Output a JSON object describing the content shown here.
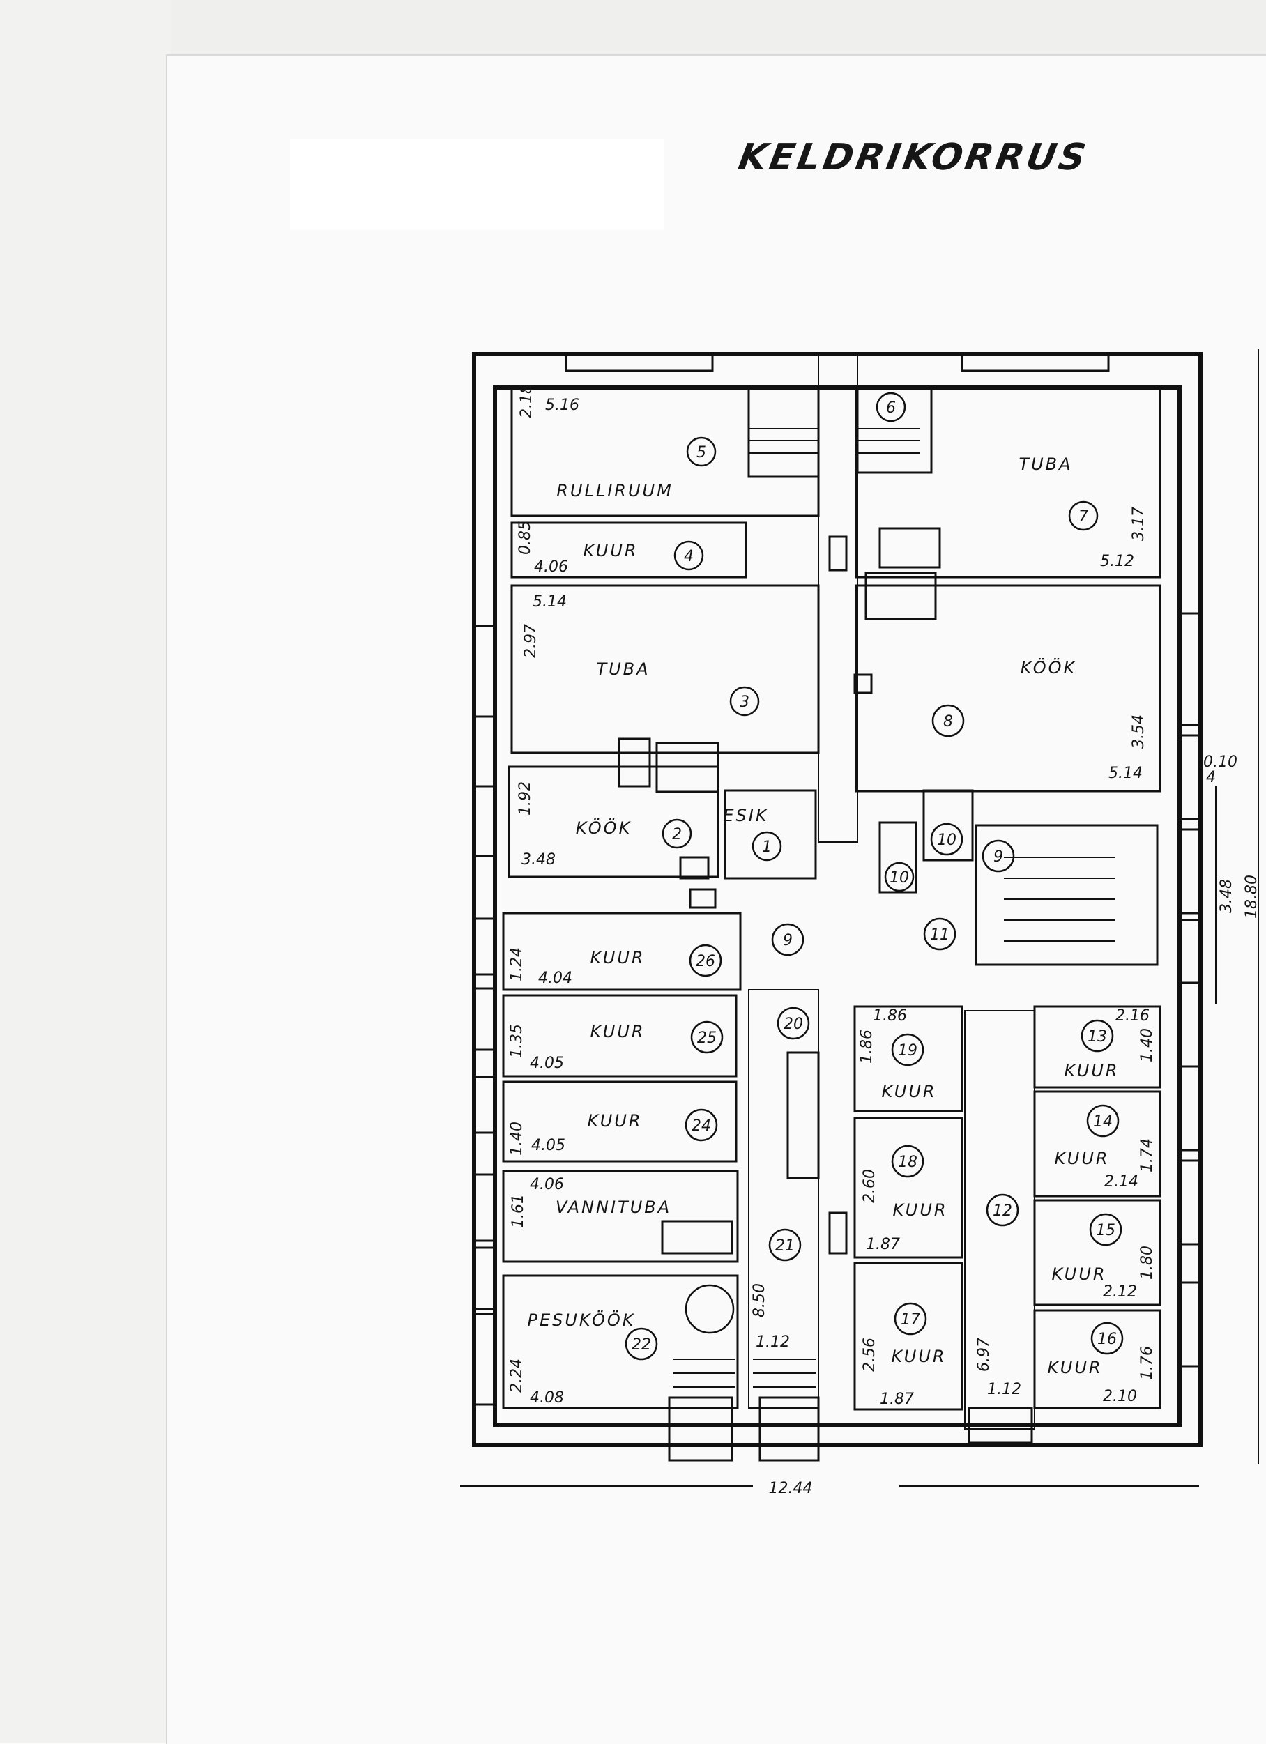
{
  "title": "KELDRIKORRUS",
  "rooms": [
    {
      "id": "r1",
      "number": "1",
      "name": "ESIK"
    },
    {
      "id": "r2",
      "number": "2",
      "name": "KÖÖK"
    },
    {
      "id": "r3",
      "number": "3",
      "name": "TUBA"
    },
    {
      "id": "r4",
      "number": "4",
      "name": "KUUR"
    },
    {
      "id": "r5",
      "number": "5",
      "name": "RULLIRUUM"
    },
    {
      "id": "r6",
      "number": "6",
      "name": ""
    },
    {
      "id": "r7",
      "number": "7",
      "name": "TUBA"
    },
    {
      "id": "r8",
      "number": "8",
      "name": "KÖÖK"
    },
    {
      "id": "r9a",
      "number": "9",
      "name": ""
    },
    {
      "id": "r9b",
      "number": "9",
      "name": ""
    },
    {
      "id": "r10a",
      "number": "10",
      "name": ""
    },
    {
      "id": "r10b",
      "number": "10",
      "name": ""
    },
    {
      "id": "r11",
      "number": "11",
      "name": ""
    },
    {
      "id": "r12",
      "number": "12",
      "name": ""
    },
    {
      "id": "r13",
      "number": "13",
      "name": "KUUR"
    },
    {
      "id": "r14",
      "number": "14",
      "name": "KUUR"
    },
    {
      "id": "r15",
      "number": "15",
      "name": "KUUR"
    },
    {
      "id": "r16",
      "number": "16",
      "name": "KUUR"
    },
    {
      "id": "r17",
      "number": "17",
      "name": "KUUR"
    },
    {
      "id": "r18",
      "number": "18",
      "name": "KUUR"
    },
    {
      "id": "r19",
      "number": "19",
      "name": "KUUR"
    },
    {
      "id": "r20",
      "number": "20",
      "name": ""
    },
    {
      "id": "r21",
      "number": "21",
      "name": ""
    },
    {
      "id": "r22",
      "number": "22",
      "name": "PESUKÖÖK"
    },
    {
      "id": "r24",
      "number": "24",
      "name": "KUUR"
    },
    {
      "id": "r25",
      "number": "25",
      "name": "KUUR"
    },
    {
      "id": "r26",
      "number": "26",
      "name": "KUUR"
    },
    {
      "id": "r23",
      "number": "",
      "name": "VANNITUBA"
    }
  ],
  "dimensions": {
    "d5a": "2.18",
    "d5b": "5.16",
    "d4a": "0.85",
    "d4b": "4.06",
    "d3a": "5.14",
    "d3b": "2.97",
    "d2a": "1.92",
    "d2b": "3.48",
    "d7a": "3.17",
    "d7b": "5.12",
    "d8a": "3.54",
    "d8b": "5.14",
    "d26a": "1.24",
    "d26b": "4.04",
    "d25a": "1.35",
    "d25b": "4.05",
    "d24a": "1.40",
    "d24b": "4.05",
    "d23a": "4.06",
    "d23b": "1.61",
    "d22a": "2.24",
    "d22b": "4.08",
    "d21a": "8.50",
    "d21b": "1.12",
    "d19a": "1.86",
    "d19b": "1.86",
    "d18a": "2.60",
    "d18b": "1.87",
    "d17a": "2.56",
    "d17b": "1.87",
    "d12a": "6.97",
    "d12b": "1.12",
    "d13a": "2.16",
    "d13b": "1.40",
    "d14a": "1.74",
    "d14b": "2.14",
    "d15a": "1.80",
    "d15b": "2.12",
    "d16a": "1.76",
    "d16b": "2.10",
    "d_right_small": "0.10",
    "d_right_small2": "4",
    "d_right_mid": "3.48",
    "d_total_height": "18.80",
    "d_total_width": "12.44"
  }
}
